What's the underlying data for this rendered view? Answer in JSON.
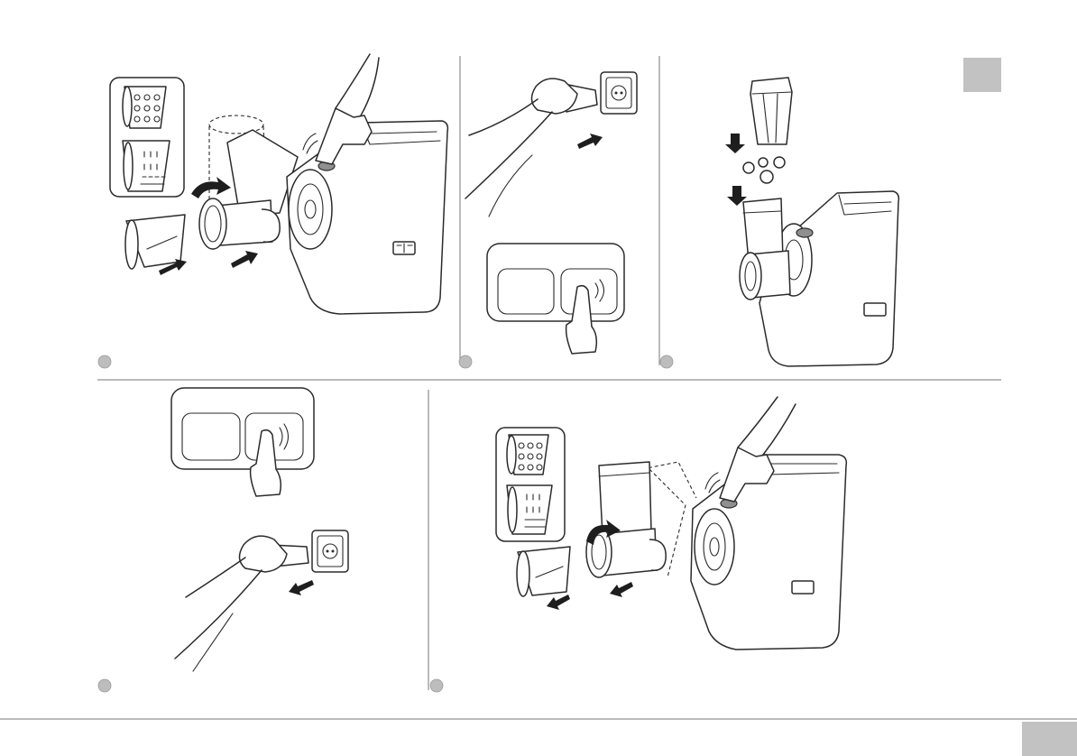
{
  "document": {
    "panels": [
      {
        "id": "attach-cone-drum"
      },
      {
        "id": "plug-in-and-switch-on"
      },
      {
        "id": "feed-food-with-pusher"
      },
      {
        "id": "switch-off-and-unplug"
      },
      {
        "id": "detach-cone-drum"
      }
    ]
  },
  "colors": {
    "line": "#2b2b2b",
    "step_marker": "#bdbdbd",
    "page_tab": "#c2c2c2",
    "knob": "#8f8f8f"
  }
}
